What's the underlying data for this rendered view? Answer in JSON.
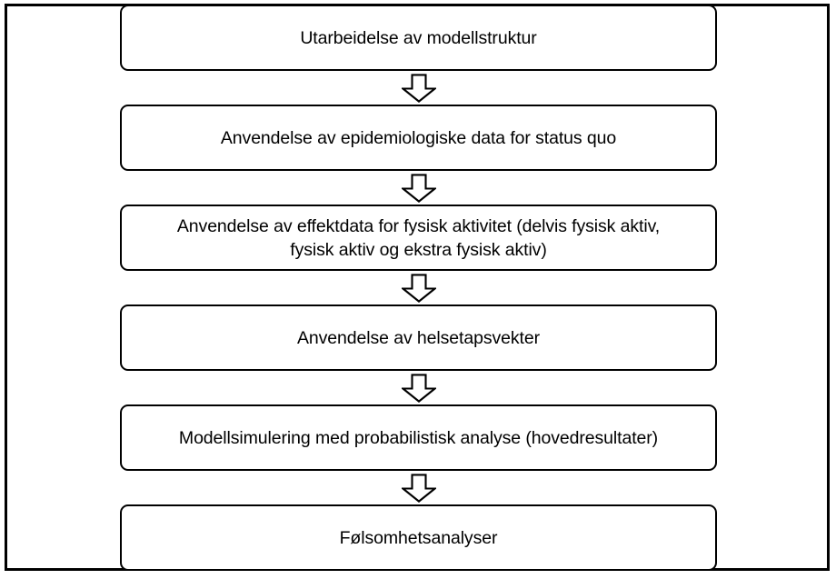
{
  "figure": {
    "type": "flowchart",
    "orientation": "vertical-top-to-bottom",
    "language": "no",
    "border_color": "#000000",
    "box_fill": "#ffffff",
    "text_color": "#000000",
    "arrow_outline_color": "#000000",
    "arrow_fill": "#ffffff"
  },
  "steps": [
    {
      "index": 1,
      "label": "Utarbeidelse av modellstruktur",
      "name": "step-utarbeidelse-av-modellstruktur"
    },
    {
      "index": 2,
      "label": "Anvendelse av epidemiologiske data for status quo",
      "name": "step-anvendelse-av-epidemiologiske-data"
    },
    {
      "index": 3,
      "label": "Anvendelse av effektdata for fysisk aktivitet (delvis fysisk aktiv,\nfysisk aktiv og ekstra fysisk  aktiv)",
      "name": "step-anvendelse-av-effektdata"
    },
    {
      "index": 4,
      "label": "Anvendelse av helsetapsvekter",
      "name": "step-anvendelse-av-helsetapsvekter"
    },
    {
      "index": 5,
      "label": "Modellsimulering med probabilistisk analyse (hovedresultater)",
      "name": "step-modellsimulering"
    },
    {
      "index": 6,
      "label": "Følsomhetsanalyser",
      "name": "step-folsomhetsanalyser"
    }
  ],
  "connectors": [
    {
      "index": 1,
      "icon": "arrow-down-block-icon",
      "from": 1,
      "to": 2
    },
    {
      "index": 2,
      "icon": "arrow-down-block-icon",
      "from": 2,
      "to": 3
    },
    {
      "index": 3,
      "icon": "arrow-down-block-icon",
      "from": 3,
      "to": 4
    },
    {
      "index": 4,
      "icon": "arrow-down-block-icon",
      "from": 4,
      "to": 5
    },
    {
      "index": 5,
      "icon": "arrow-down-block-icon",
      "from": 5,
      "to": 6
    }
  ]
}
